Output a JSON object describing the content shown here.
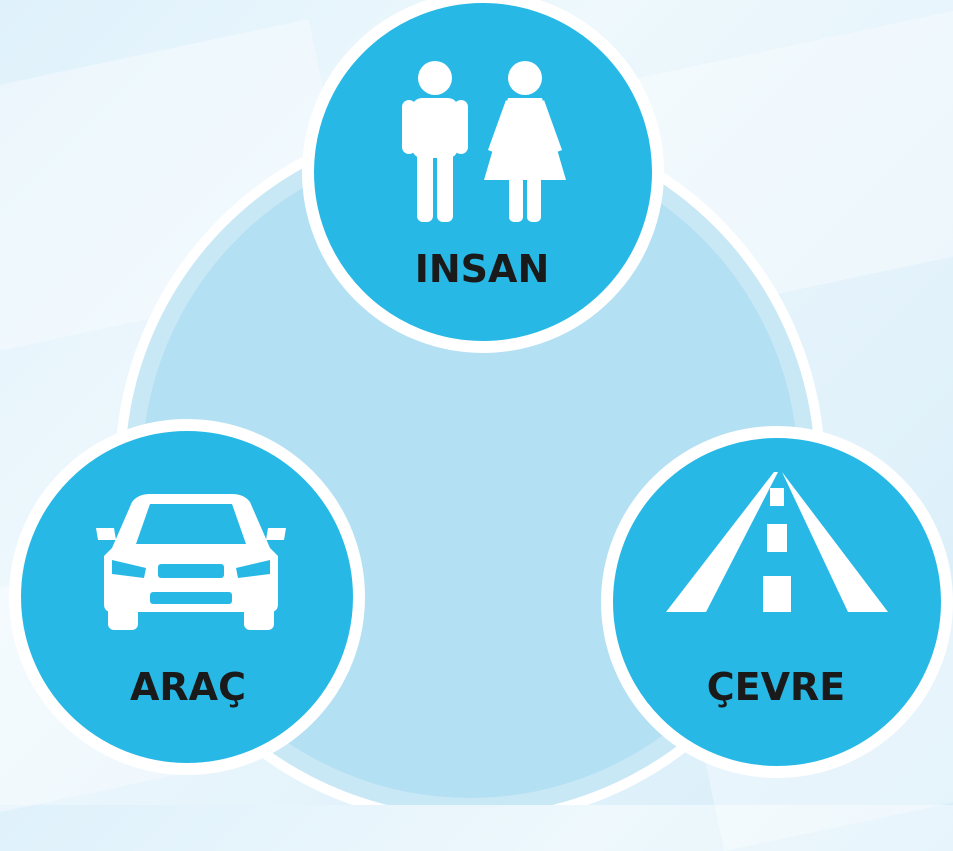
{
  "colors": {
    "background": "#e8f5fc",
    "outer_ring": "#c9e8f6",
    "center_fill": "#b3e0f3",
    "node_fill": "#27b8e6",
    "node_border": "#ffffff",
    "label": "#1a1a1a",
    "icon": "#ffffff"
  },
  "nodes": [
    {
      "id": "insan",
      "label": "INSAN",
      "icon": "man-woman-icon"
    },
    {
      "id": "arac",
      "label": "ARAÇ",
      "icon": "car-icon"
    },
    {
      "id": "cevre",
      "label": "ÇEVRE",
      "icon": "road-icon"
    }
  ]
}
